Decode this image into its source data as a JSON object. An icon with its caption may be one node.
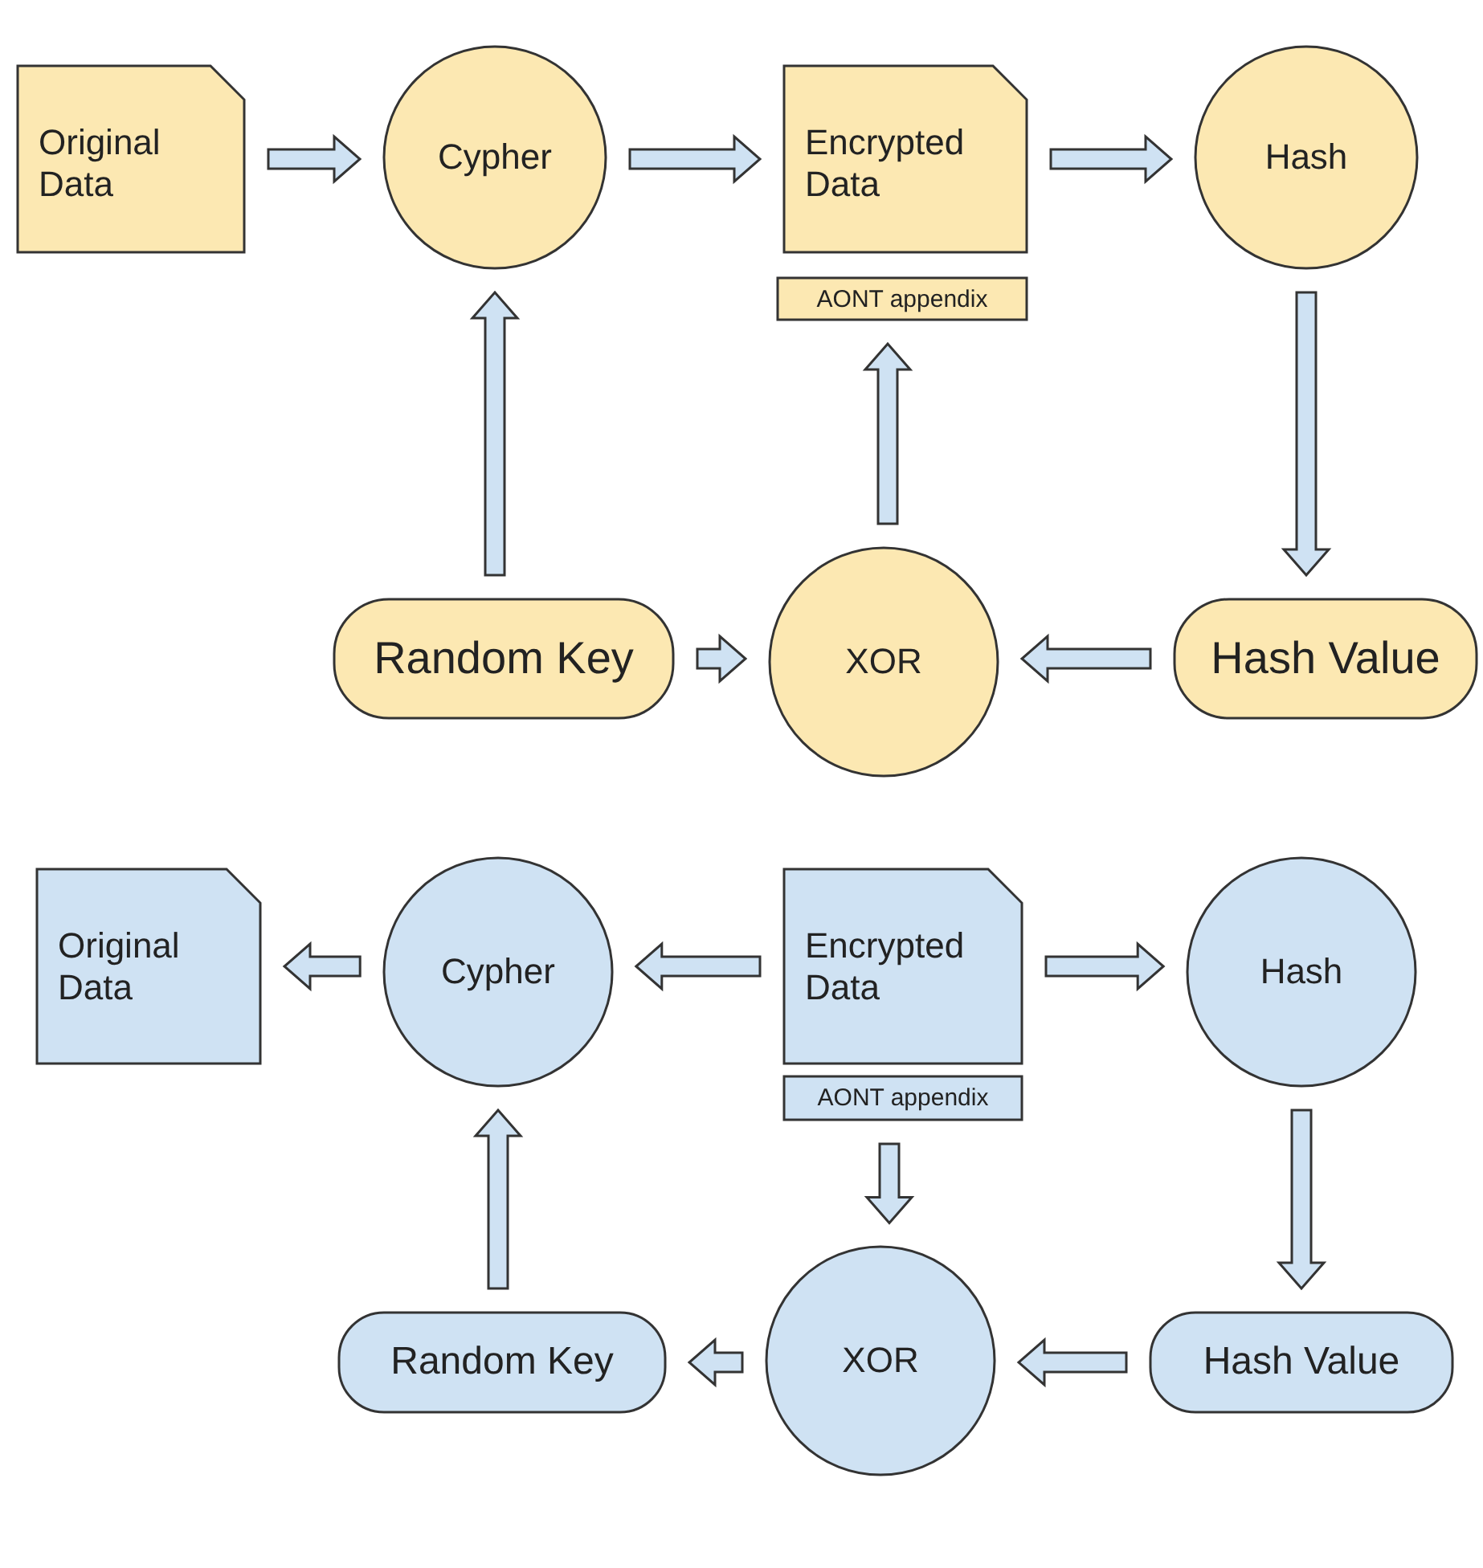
{
  "diagram": {
    "nodes": [
      {
        "text": [
          "Original Data"
        ]
      },
      {
        "text": [
          "Cypher"
        ]
      },
      {
        "text": [
          "Encrypted Data"
        ]
      },
      {
        "text": [
          "AONT appendix"
        ]
      },
      {
        "text": [
          "Hash"
        ]
      },
      {
        "text": [
          "Random Key"
        ]
      },
      {
        "text": [
          "XOR"
        ]
      },
      {
        "text": [
          "Hash Value"
        ]
      },
      {
        "text": [
          "Original Data"
        ]
      },
      {
        "text": [
          "Cypher"
        ]
      },
      {
        "text": [
          "Encrypted Data"
        ]
      },
      {
        "text": [
          "AONT appendix"
        ]
      },
      {
        "text": [
          "Hash"
        ]
      },
      {
        "text": [
          "Random Key"
        ]
      },
      {
        "text": [
          "XOR"
        ]
      },
      {
        "text": [
          "Hash Value"
        ]
      }
    ],
    "edges": [
      {
        "from": 0,
        "to": 1,
        "arrow": "to"
      },
      {
        "from": 1,
        "to": 2,
        "arrow": "to"
      },
      {
        "from": 2,
        "to": 4,
        "arrow": "to"
      },
      {
        "from": 4,
        "to": 7,
        "arrow": "to"
      },
      {
        "from": 5,
        "to": 1,
        "arrow": "to"
      },
      {
        "from": 5,
        "to": 6,
        "arrow": "to"
      },
      {
        "from": 7,
        "to": 6,
        "arrow": "to"
      },
      {
        "from": 6,
        "to": 3,
        "arrow": "to"
      },
      {
        "from": 10,
        "to": 9,
        "arrow": "to"
      },
      {
        "from": 9,
        "to": 8,
        "arrow": "to"
      },
      {
        "from": 10,
        "to": 12,
        "arrow": "to"
      },
      {
        "from": 12,
        "to": 15,
        "arrow": "to"
      },
      {
        "from": 11,
        "to": 14,
        "arrow": "to"
      },
      {
        "from": 15,
        "to": 14,
        "arrow": "to"
      },
      {
        "from": 14,
        "to": 13,
        "arrow": "to"
      },
      {
        "from": 13,
        "to": 9,
        "arrow": "to"
      }
    ]
  }
}
